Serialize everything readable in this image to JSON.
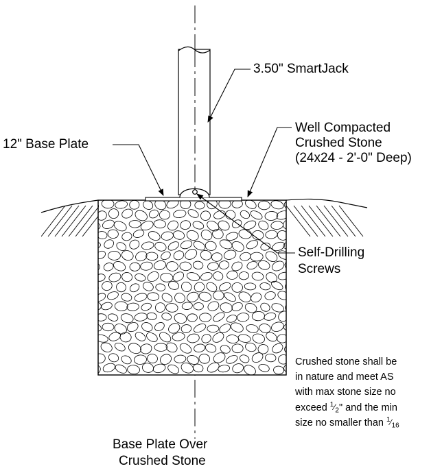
{
  "labels": {
    "smartjack": "3.50\" SmartJack",
    "base_plate": "12\" Base Plate",
    "stone_1": "Well Compacted",
    "stone_2": "Crushed Stone",
    "stone_3": "(24x24 - 2'-0\" Deep)",
    "screws_1": "Self-Drilling",
    "screws_2": "Screws",
    "caption_1": "Base Plate Over",
    "caption_2": "Crushed Stone"
  },
  "note": {
    "line_1": "Crushed stone shall be",
    "line_2": "in nature and meet AS",
    "line_3": "with max stone size no",
    "line_4_prefix": "exceed ",
    "line_4_frac_num": "1",
    "line_4_frac_den": "2",
    "line_4_suffix": "\" and the min",
    "line_5_prefix": "size no smaller than ",
    "line_5_frac_num": "1",
    "line_5_frac_den": "16"
  },
  "colors": {
    "ink": "#000000",
    "background": "#ffffff"
  }
}
